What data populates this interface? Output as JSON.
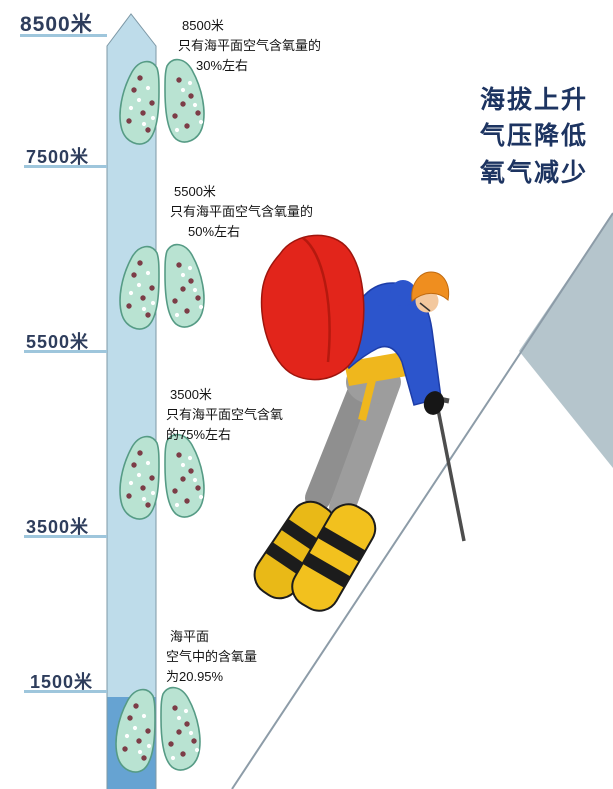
{
  "title": {
    "lines": [
      "海拔上升",
      "气压降低",
      "氧气减少"
    ]
  },
  "altitude_labels": [
    "8500米",
    "7500米",
    "5500米",
    "3500米",
    "1500米"
  ],
  "annotations": [
    {
      "lines": [
        "8500米",
        "只有海平面空气含氧量的",
        "30%左右"
      ]
    },
    {
      "lines": [
        "5500米",
        "只有海平面空气含氧量的",
        "50%左右"
      ]
    },
    {
      "lines": [
        "3500米",
        "只有海平面空气含氧",
        "的75%左右"
      ]
    },
    {
      "lines": [
        "海平面",
        "空气中的含氧量",
        "为20.95%"
      ]
    }
  ],
  "oxygen_by_altitude": [
    {
      "altitude": "8500米",
      "oxygen_vs_sea_level": "30%左右"
    },
    {
      "altitude": "5500米",
      "oxygen_vs_sea_level": "50%左右"
    },
    {
      "altitude": "3500米",
      "oxygen_vs_sea_level": "75%左右"
    },
    {
      "altitude": "海平面",
      "oxygen_content": "20.95%"
    }
  ],
  "icons": {
    "lungs": "lungs-icon",
    "climber": "climber-figure",
    "mountain": "mountain-slope",
    "scale_column": "altitude-column"
  },
  "colors": {
    "column": "#bedcea",
    "column_base": "#66a3d2",
    "column_outline": "#7d98a6",
    "tick": "#9ec6dc",
    "mountain_shade": "#b5c5cc",
    "ridge_line": "#8d9ca8",
    "title_text": "#1d3461",
    "backpack": "#e2251b",
    "jacket": "#2c55cc",
    "pants": "#979797",
    "boots": "#f2c11e",
    "helmet": "#ef8e1f",
    "lung_fill": "#b9e3d2",
    "lung_outline": "#569b85"
  }
}
